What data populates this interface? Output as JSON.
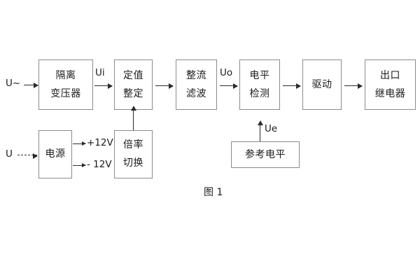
{
  "figure": {
    "caption": "图 1",
    "border_color": "#8a8a8a",
    "arrow_color": "#2b2b2b",
    "text_color": "#1a1a1a",
    "background": "#ffffff"
  },
  "blocks": {
    "isolation_transformer": {
      "line1": "隔离",
      "line2": "变压器"
    },
    "setpoint_setting": {
      "line1": "定值",
      "line2": "整定"
    },
    "rectify_filter": {
      "line1": "整流",
      "line2": "滤波"
    },
    "level_detection": {
      "line1": "电平",
      "line2": "检测"
    },
    "drive": {
      "line1": "驱动"
    },
    "output_relay": {
      "line1": "出口",
      "line2": "继电器"
    },
    "power_supply": {
      "line1": "电源"
    },
    "multiplier_switch": {
      "line1": "倍率",
      "line2": "切换"
    },
    "reference_level": {
      "line1": "参考电平"
    }
  },
  "signals": {
    "input_ac": "U~",
    "input_dc": "U",
    "ui": "Ui",
    "uo": "Uo",
    "ue": "Ue",
    "rail_positive": "+12V",
    "rail_negative": "- 12V"
  }
}
